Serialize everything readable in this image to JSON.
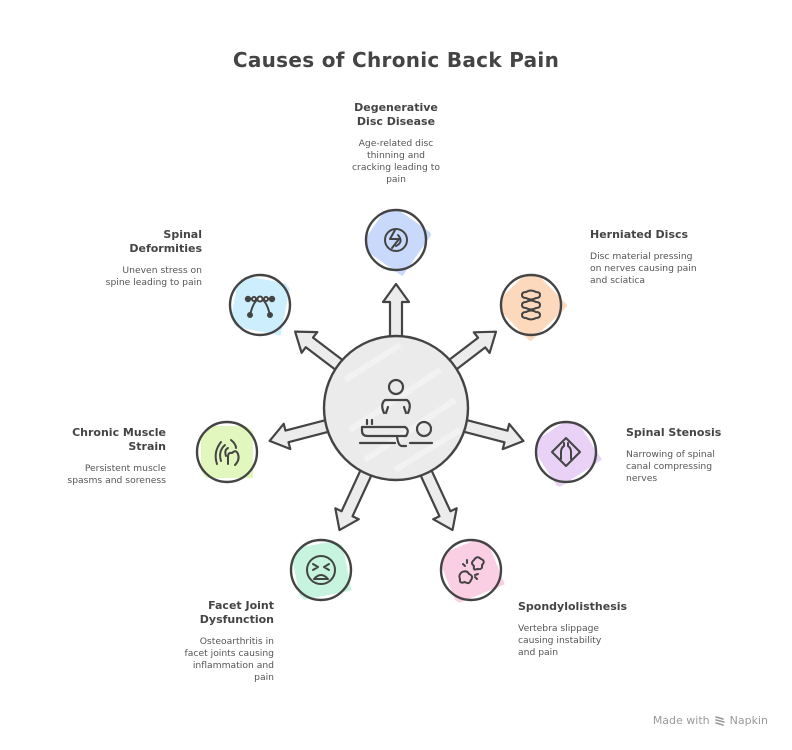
{
  "title": "Causes of Chronic Back Pain",
  "center": {
    "icon": "massage-therapy-icon"
  },
  "items": [
    {
      "id": "degenerative",
      "title": "Degenerative Disc Disease",
      "title_lines": [
        "Degenerative",
        "Disc Disease"
      ],
      "description_lines": [
        "Age-related disc",
        "thinning and",
        "cracking leading to",
        "pain"
      ],
      "icon": "lightning-disc-icon",
      "color": "#c9d9fb"
    },
    {
      "id": "herniated",
      "title": "Herniated Discs",
      "title_lines": [
        "Herniated Discs"
      ],
      "description_lines": [
        "Disc material pressing",
        "on nerves causing pain",
        "and sciatica"
      ],
      "icon": "vertebrae-stack-icon",
      "color": "#fcd9bd"
    },
    {
      "id": "stenosis",
      "title": "Spinal Stenosis",
      "title_lines": [
        "Spinal Stenosis"
      ],
      "description_lines": [
        "Narrowing of spinal",
        "canal compressing",
        "nerves"
      ],
      "icon": "road-narrows-icon",
      "color": "#ead2f7"
    },
    {
      "id": "spondylolisthesis",
      "title": "Spondylolisthesis",
      "title_lines": [
        "Spondylolisthesis"
      ],
      "description_lines": [
        "Vertebra slippage",
        "causing instability",
        "and pain"
      ],
      "icon": "broken-bone-icon",
      "color": "#fbcfe3"
    },
    {
      "id": "facet",
      "title": "Facet Joint Dysfunction",
      "title_lines": [
        "Facet Joint",
        "Dysfunction"
      ],
      "description_lines": [
        "Osteoarthritis in",
        "facet joints causing",
        "inflammation and",
        "pain"
      ],
      "icon": "distressed-face-icon",
      "color": "#c6f4de"
    },
    {
      "id": "muscle",
      "title": "Chronic Muscle Strain",
      "title_lines": [
        "Chronic Muscle",
        "Strain"
      ],
      "description_lines": [
        "Persistent muscle",
        "spasms and soreness"
      ],
      "icon": "neck-pain-icon",
      "color": "#e2f7be"
    },
    {
      "id": "deformities",
      "title": "Spinal Deformities",
      "title_lines": [
        "Spinal",
        "Deformities"
      ],
      "description_lines": [
        "Uneven stress on",
        "spine leading to pain"
      ],
      "icon": "bezier-curve-icon",
      "color": "#cdeefc"
    }
  ],
  "footer": {
    "text": "Made with",
    "brand": "Napkin"
  }
}
